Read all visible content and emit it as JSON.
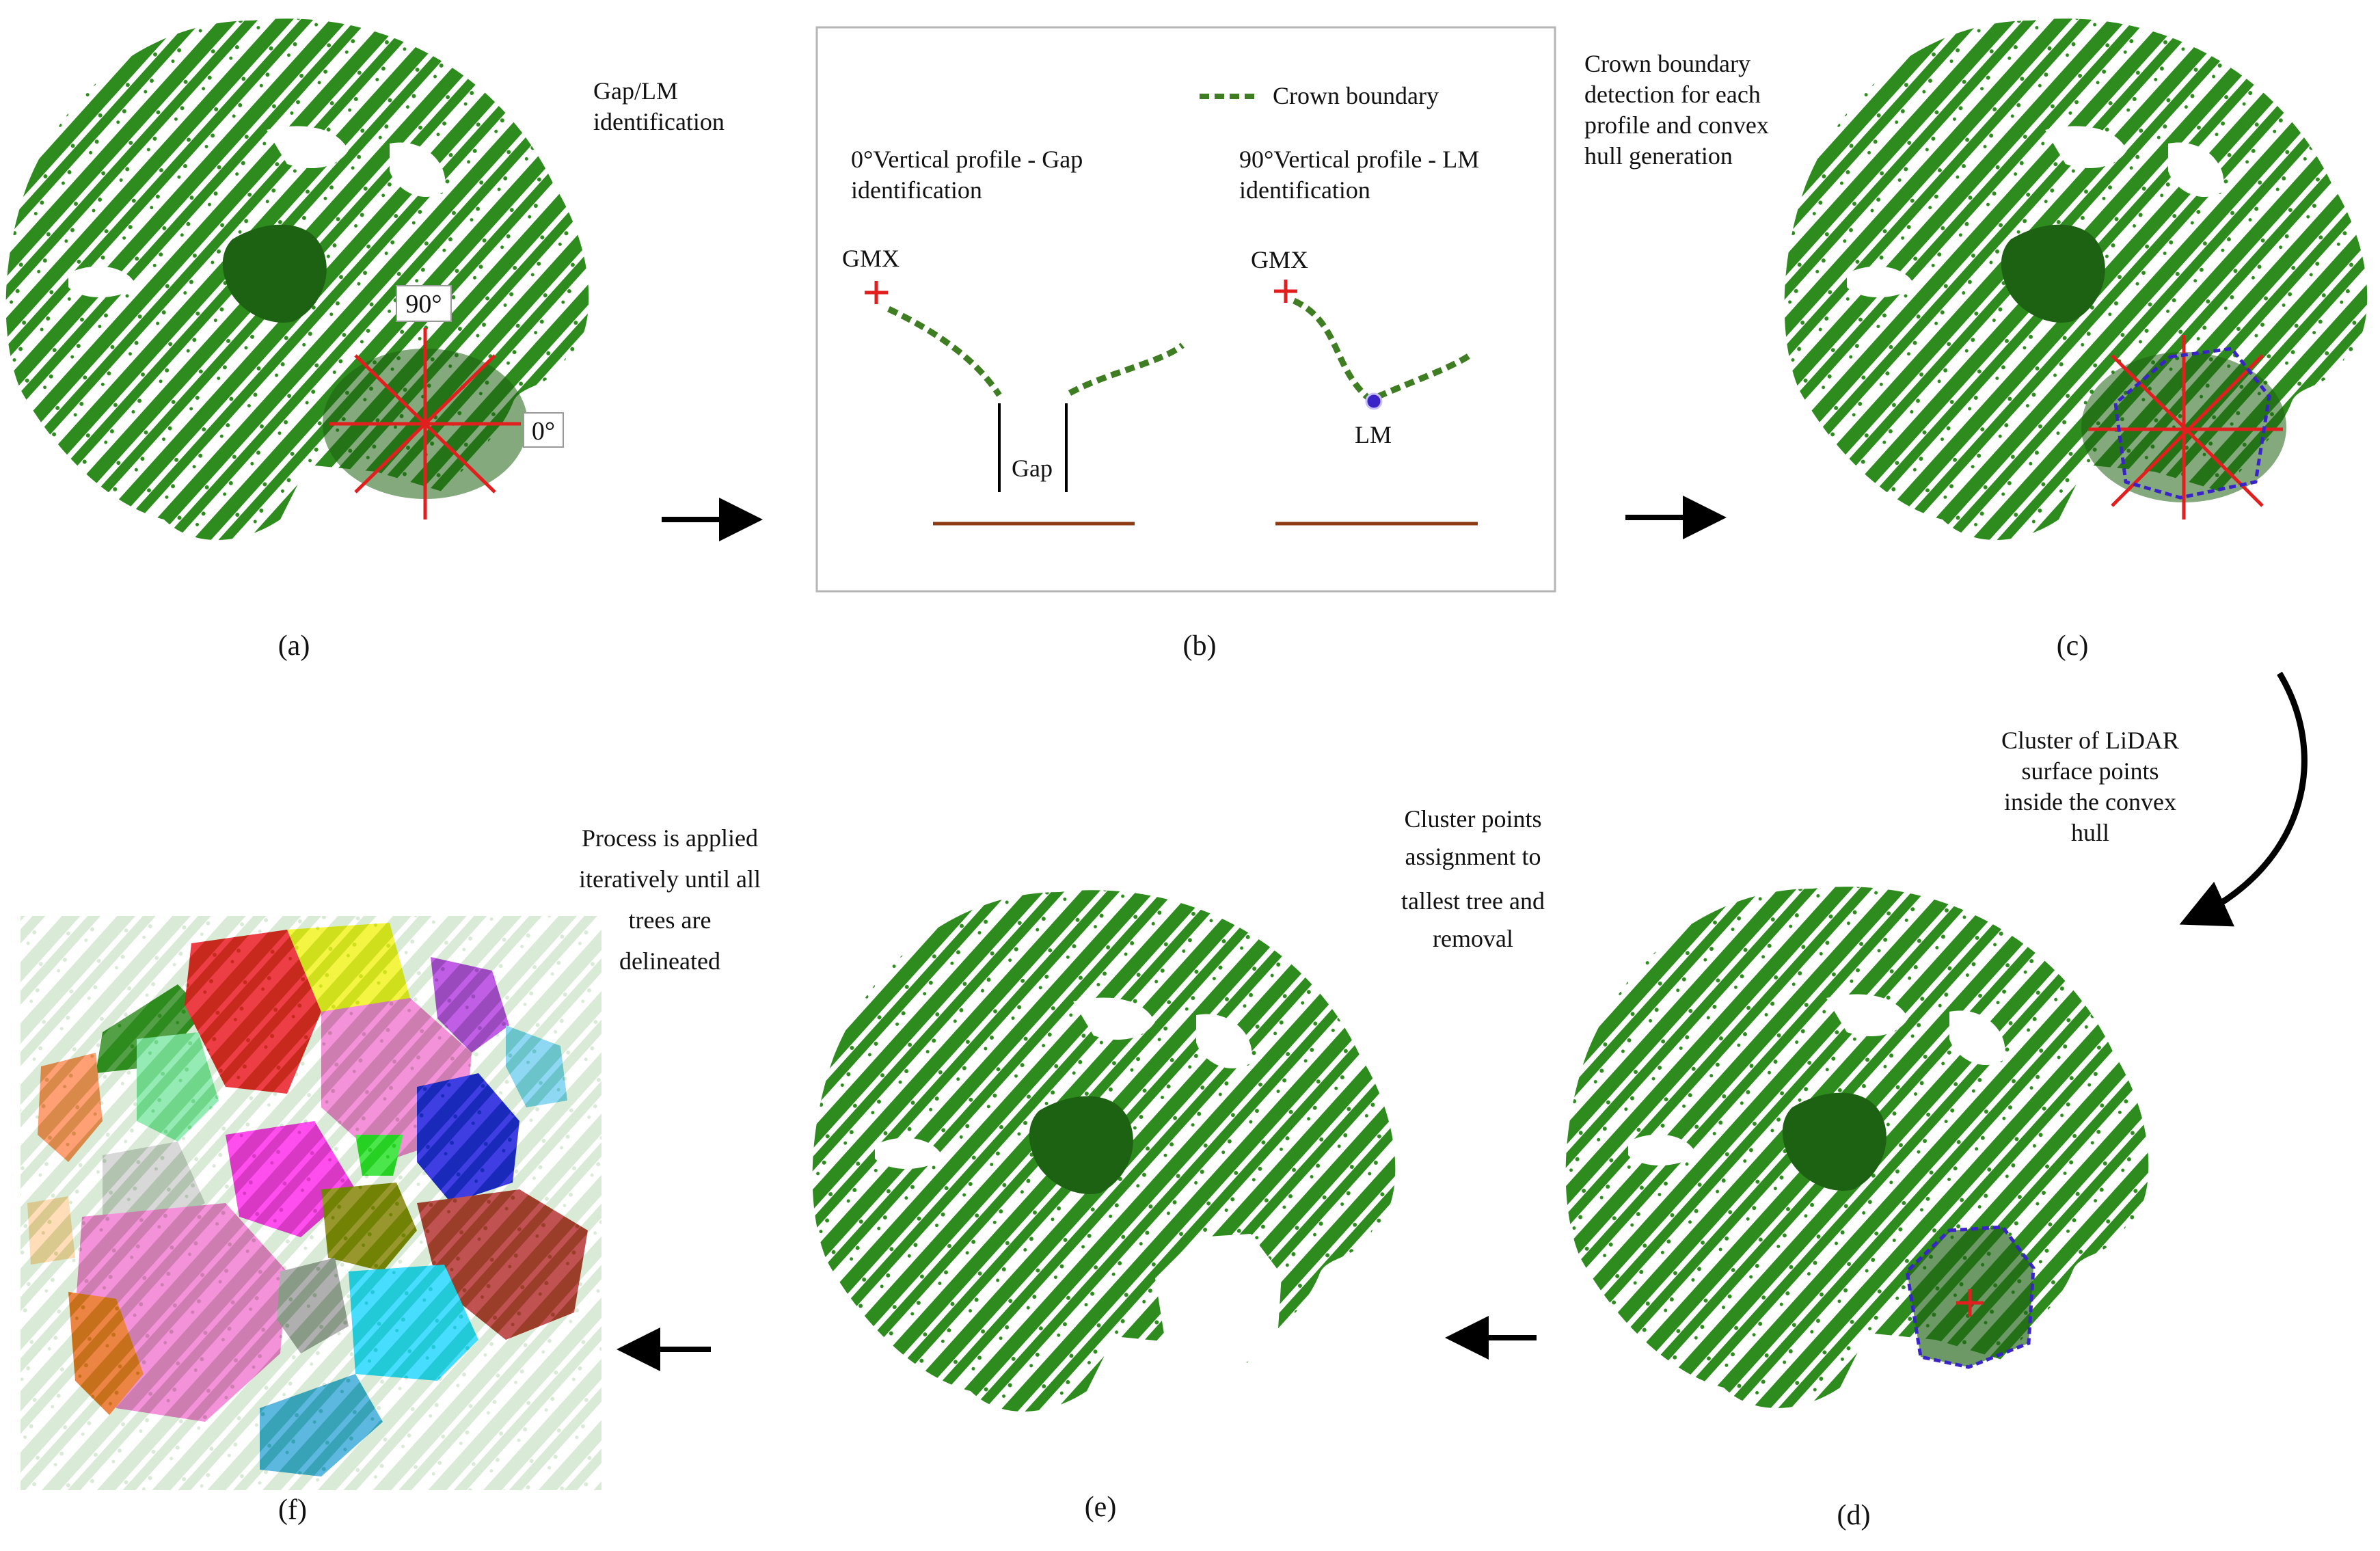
{
  "panel_labels": {
    "a": "(a)",
    "b": "(b)",
    "c": "(c)",
    "d": "(d)",
    "e": "(e)",
    "f": "(f)"
  },
  "annotations": {
    "gap_lm": [
      "Gap/LM",
      "identification"
    ],
    "crown_detect": [
      "Crown boundary",
      "detection for each",
      "profile and convex",
      "hull generation"
    ],
    "cluster_lidar": [
      "Cluster of LiDAR",
      "surface points",
      "inside the convex",
      "hull"
    ],
    "cluster_assign": [
      "Cluster points",
      "assignment to",
      "tallest tree and",
      "removal"
    ],
    "process_iter": [
      "Process is applied",
      "iteratively until all",
      "trees are",
      "delineated"
    ]
  },
  "panel_b": {
    "legend": "Crown boundary",
    "left_title": [
      "0°Vertical profile - Gap",
      "identification"
    ],
    "right_title": [
      "90°Vertical profile - LM",
      "identification"
    ],
    "gmx_left": "GMX",
    "gmx_right": "GMX",
    "gap": "Gap",
    "lm": "LM"
  },
  "angles": {
    "deg90": "90°",
    "deg0": "0°"
  },
  "colors": {
    "crown": "#2e8b1e",
    "crown_dark": "#1d6212",
    "profile_red": "#e11f1f",
    "hull": "#3a24c8",
    "ground": "#8b3a12",
    "boundary_dark": "#3f7d22",
    "boundary_light": "#a9d78e",
    "arrow": "#000000"
  },
  "segment_colors": [
    "#e8141b",
    "#f2f21a",
    "#b23ce0",
    "#f07ad0",
    "#1414dc",
    "#7de6a2",
    "#cfcfcf",
    "#ff26ea",
    "#ff8a55",
    "#ffd6a8",
    "#9d9d9d",
    "#808000",
    "#1fd6ff",
    "#b22c2c",
    "#e86a1a",
    "#3aa8d8",
    "#77d0f0",
    "#24e024",
    "#2e8b1e"
  ]
}
